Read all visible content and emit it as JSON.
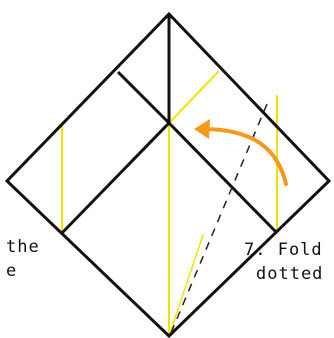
{
  "captions": {
    "left_line1": "the",
    "left_line2": "e",
    "right_line1": "7. Fold",
    "right_line2": "dotted"
  },
  "colors": {
    "outline": "#111111",
    "crease": "#f2e300",
    "arrow": "#f39a1e",
    "fold_line": "#222222"
  },
  "icons": {
    "fold_arrow": "curved-arrow-icon"
  }
}
